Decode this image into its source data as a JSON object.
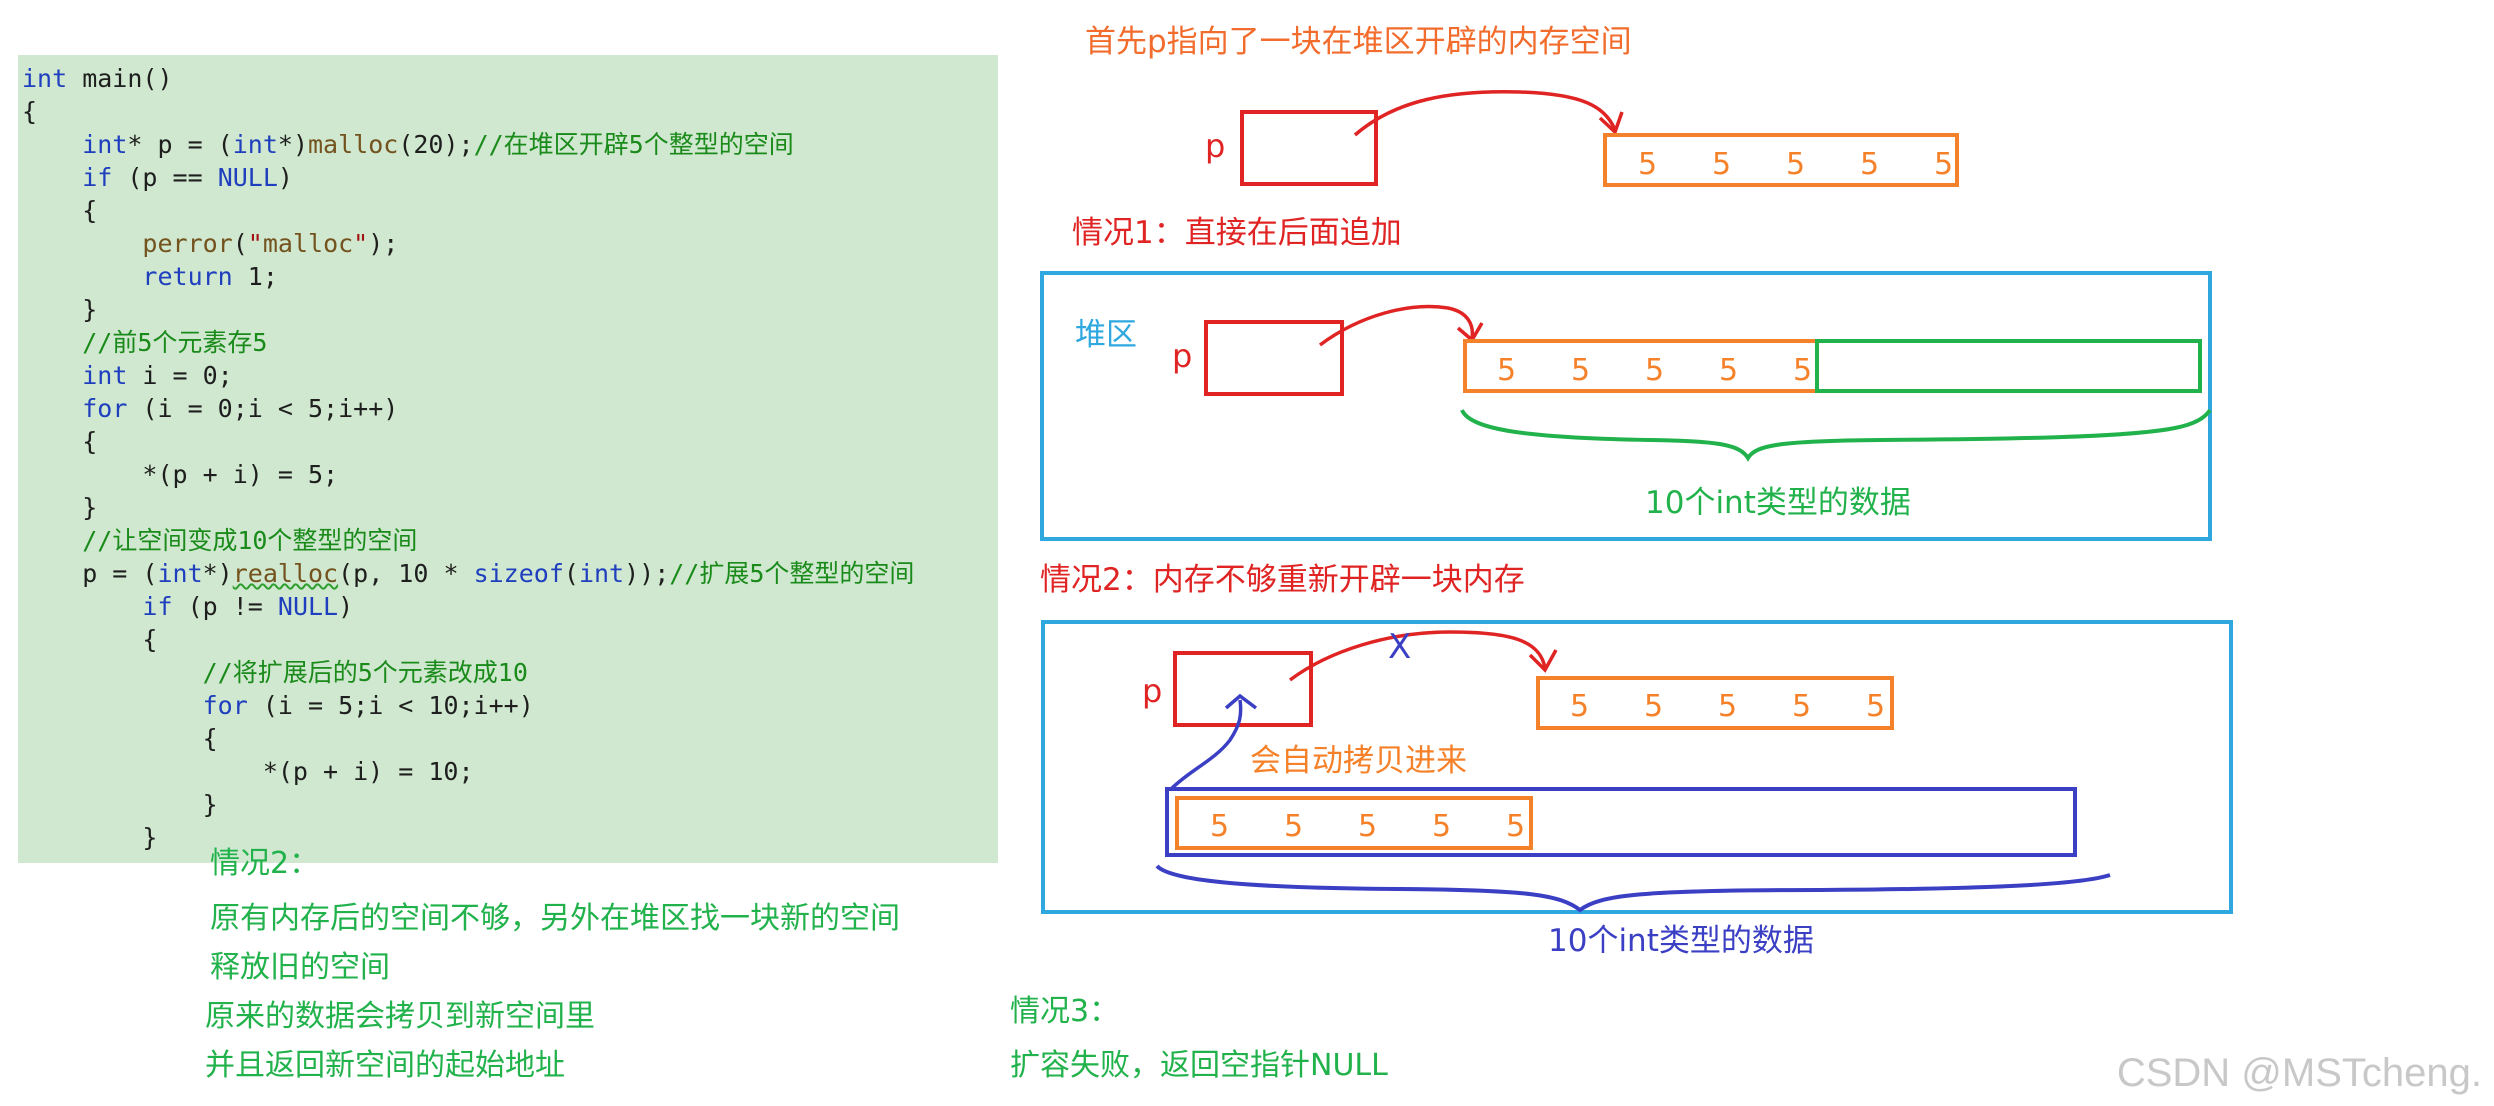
{
  "code": {
    "lines": [
      [
        "int main()"
      ],
      [
        "{"
      ],
      [
        "    int* p = (int*)malloc(20);//在堆区开辟5个整型的空间"
      ],
      [
        "    if (p == NULL)"
      ],
      [
        "    {"
      ],
      [
        "        perror(\"malloc\");"
      ],
      [
        "        return 1;"
      ],
      [
        "    }"
      ],
      [
        "    //前5个元素存5"
      ],
      [
        "    int i = 0;"
      ],
      [
        "    for (i = 0;i < 5;i++)"
      ],
      [
        "    {"
      ],
      [
        "        *(p + i) = 5;"
      ],
      [
        "    }"
      ],
      [
        "    //让空间变成10个整型的空间"
      ],
      [
        "    p = (int*)realloc(p, 10 * sizeof(int));//扩展5个整型的空间"
      ],
      [
        "        if (p != NULL)"
      ],
      [
        "        {"
      ],
      [
        "            //将扩展后的5个元素改成10"
      ],
      [
        "            for (i = 5;i < 10;i++)"
      ],
      [
        "            {"
      ],
      [
        "                *(p + i) = 10;"
      ],
      [
        "            }"
      ],
      [
        "        }"
      ]
    ]
  },
  "notes": {
    "case2_title": "情况2：",
    "case2_lines": [
      "原有内存后的空间不够，另外在堆区找一块新的空间",
      "释放旧的空间",
      "原来的数据会拷贝到新空间里",
      "并且返回新空间的起始地址"
    ],
    "case3_title": "情况3：",
    "case3_line": "扩容失败，返回空指针NULL"
  },
  "diagram": {
    "top_title": "首先p指向了一块在堆区开辟的内存空间",
    "pointer_label": "p",
    "cell_value": "5",
    "case1_title": "情况1：直接在后面追加",
    "heap_label": "堆区",
    "case1_caption": "10个int类型的数据",
    "case2_title": "情况2：内存不够重新开辟一块内存",
    "copy_note": "会自动拷贝进来",
    "case2_caption": "10个int类型的数据",
    "x_mark": "X"
  },
  "watermark": "CSDN @MSTcheng.",
  "colors": {
    "red": "#e02424",
    "orange": "#f5822a",
    "green": "#22b24c",
    "blue": "#2fa8e0",
    "navy": "#3b3fc4"
  }
}
